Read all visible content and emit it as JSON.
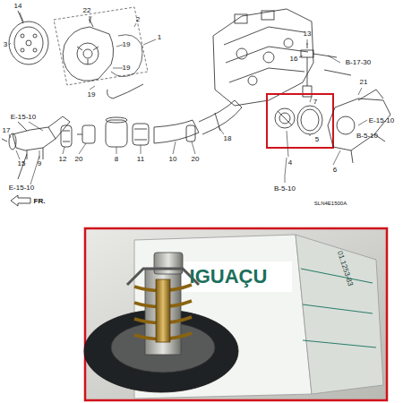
{
  "diagram": {
    "labels": [
      "14",
      "3",
      "22",
      "2",
      "1",
      "19",
      "19",
      "19",
      "E-15-10",
      "17",
      "15",
      "9",
      "E-15-10",
      "FR.",
      "12",
      "20",
      "8",
      "11",
      "10",
      "20",
      "18",
      "13",
      "16",
      "B-17-30",
      "7",
      "21",
      "E-15-10",
      "B-5-10",
      "5",
      "4",
      "6",
      "B-5-10",
      "SLN4E1500A",
      "IGUAÇU",
      "01.1253-83"
    ]
  }
}
